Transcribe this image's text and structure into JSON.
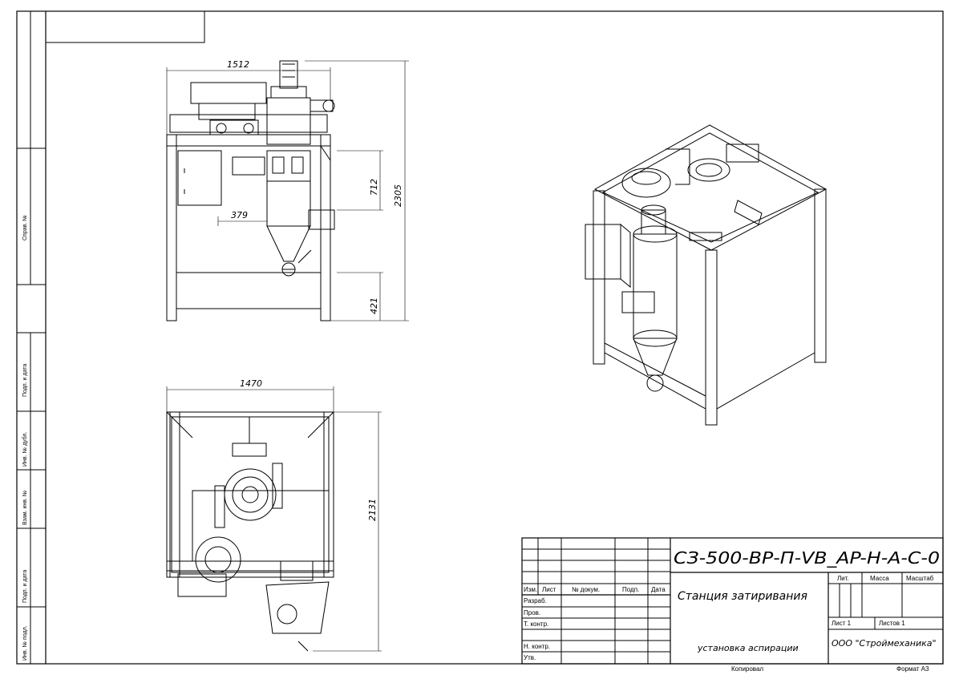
{
  "drawing": {
    "code": "СЗ-500-ВР-П-VB_AP-H-A-C-0",
    "name": "Станция затиривания",
    "subtitle": "установка аспирации",
    "company": "ООО \"Строймеханика\"",
    "copied": "Копировал",
    "format": "Формат А3"
  },
  "title_block": {
    "izm": "Изм.",
    "list": "Лист",
    "doc_no": "№ докум.",
    "sign": "Подп.",
    "date": "Дата",
    "razrab": "Разраб.",
    "prov": "Пров.",
    "tkontr": "Т. контр.",
    "nkontr": "Н. контр.",
    "utv": "Утв.",
    "lit": "Лит.",
    "mass": "Масса",
    "scale": "Масштаб",
    "sheet": "Лист 1",
    "sheets": "Листов 1"
  },
  "side_stamp": {
    "sprav": "Справ. №",
    "podp_data_1": "Подп. и дата",
    "inv_dubl": "Инв. № дубл.",
    "vzam_inv": "Взам. инв. №",
    "podp_data_2": "Подп. и дата",
    "inv_podl": "Инв. № подл."
  },
  "dimensions": {
    "front_width": "1512",
    "front_height_total": "2305",
    "front_mid": "712",
    "front_offset": "379",
    "front_bottom": "421",
    "plan_width": "1470",
    "plan_depth": "2131"
  }
}
